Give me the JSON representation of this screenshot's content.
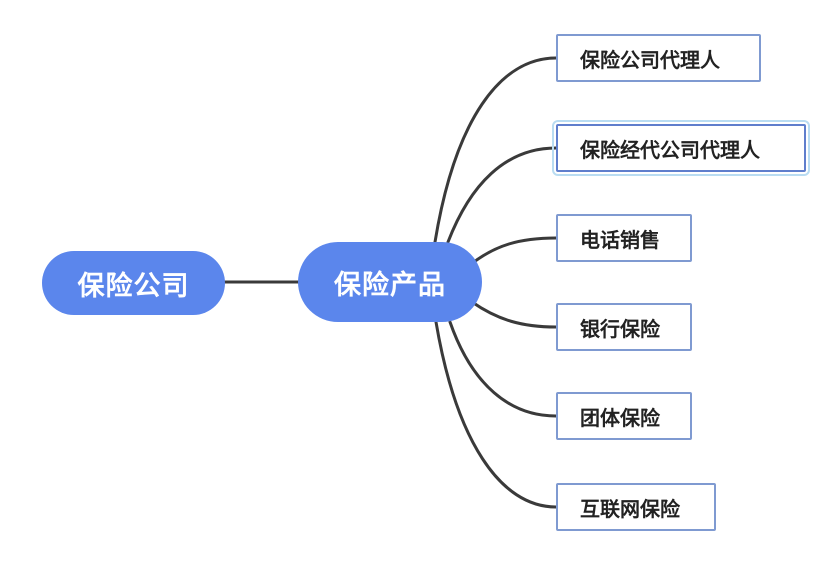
{
  "root": {
    "label": "保险公司"
  },
  "central": {
    "label": "保险产品"
  },
  "channels": [
    {
      "label": "保险公司代理人"
    },
    {
      "label": "保险经代公司代理人",
      "selected": true
    },
    {
      "label": "电话销售"
    },
    {
      "label": "银行保险"
    },
    {
      "label": "团体保险"
    },
    {
      "label": "互联网保险"
    }
  ],
  "colors": {
    "node_fill": "#5b86ec",
    "leaf_border": "#7f9ad1",
    "connector": "#3a3a3a",
    "selection_halo": "#b9dcf2"
  }
}
